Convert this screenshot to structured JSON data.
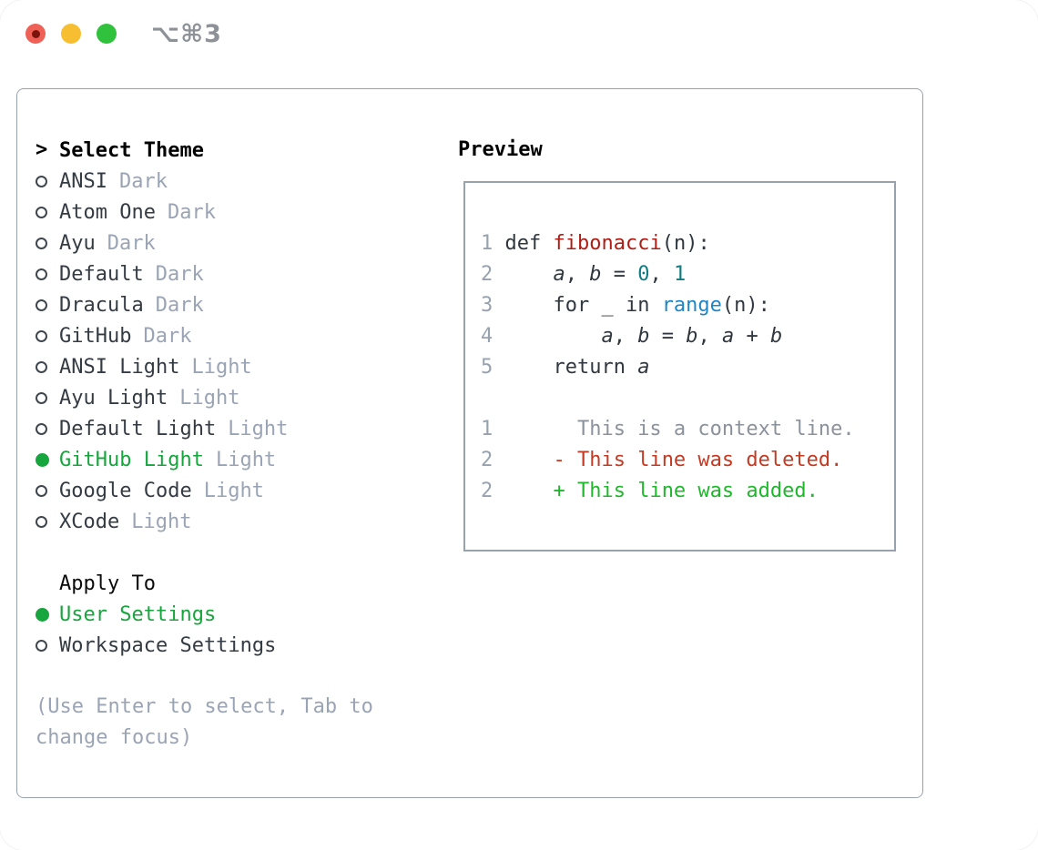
{
  "titlebar": {
    "shortcut": "⌥⌘3"
  },
  "icons": {
    "close_button": "red-circle-with-dot",
    "minimize_button": "yellow-circle",
    "zoom_button": "green-circle",
    "radio_selected": "filled-circle",
    "radio_unselected": "outline-circle",
    "selection_arrow": ">"
  },
  "colors": {
    "panel_border": "#98a2ae",
    "heading": "#000000",
    "item_name": "#343b43",
    "item_tag": "#9aa4b4",
    "selected_green": "#17a53d",
    "circle_outline": "#3f464e",
    "help_gray": "#9aa4b4",
    "code_plain": "#30373e",
    "line_no": "#98a2ae",
    "fn_red": "#b01d15",
    "num_teal": "#0e7c80",
    "builtin_blue": "#1f86c5",
    "ctx_gray": "#8b929b",
    "del_red": "#c43a22",
    "add_green": "#1fb82c",
    "shortcut_gray": "#8d9198",
    "traffic_red": "#ef6157",
    "traffic_red_dot": "#7a140c",
    "traffic_yellow": "#f6be30",
    "traffic_green": "#30c23c"
  },
  "theme_picker": {
    "title_marker": ">",
    "title": "Select Theme",
    "items": [
      {
        "name": "ANSI",
        "tag": "Dark",
        "selected": false
      },
      {
        "name": "Atom One",
        "tag": "Dark",
        "selected": false
      },
      {
        "name": "Ayu",
        "tag": "Dark",
        "selected": false
      },
      {
        "name": "Default",
        "tag": "Dark",
        "selected": false
      },
      {
        "name": "Dracula",
        "tag": "Dark",
        "selected": false
      },
      {
        "name": "GitHub",
        "tag": "Dark",
        "selected": false
      },
      {
        "name": "ANSI Light",
        "tag": "Light",
        "selected": false
      },
      {
        "name": "Ayu Light",
        "tag": "Light",
        "selected": false
      },
      {
        "name": "Default Light",
        "tag": "Light",
        "selected": false
      },
      {
        "name": "GitHub Light",
        "tag": "Light",
        "selected": true
      },
      {
        "name": "Google Code",
        "tag": "Light",
        "selected": false
      },
      {
        "name": "XCode",
        "tag": "Light",
        "selected": false
      }
    ],
    "apply_to": {
      "title": "Apply To",
      "options": [
        {
          "name": "User Settings",
          "selected": true
        },
        {
          "name": "Workspace Settings",
          "selected": false
        }
      ]
    },
    "help": "(Use Enter to select, Tab to change focus)"
  },
  "preview": {
    "title": "Preview",
    "lines": [
      [
        {
          "t": "1",
          "c": "ln"
        },
        {
          "t": " def ",
          "c": "t"
        },
        {
          "t": "fibonacci",
          "c": "fn"
        },
        {
          "t": "(n):",
          "c": "t"
        }
      ],
      [
        {
          "t": "2",
          "c": "ln"
        },
        {
          "t": "     ",
          "c": "t"
        },
        {
          "t": "a",
          "c": "var"
        },
        {
          "t": ", ",
          "c": "t"
        },
        {
          "t": "b",
          "c": "var"
        },
        {
          "t": " = ",
          "c": "t"
        },
        {
          "t": "0",
          "c": "num"
        },
        {
          "t": ", ",
          "c": "t"
        },
        {
          "t": "1",
          "c": "num"
        }
      ],
      [
        {
          "t": "3",
          "c": "ln"
        },
        {
          "t": "     for _ in ",
          "c": "t"
        },
        {
          "t": "range",
          "c": "bi"
        },
        {
          "t": "(n):",
          "c": "t"
        }
      ],
      [
        {
          "t": "4",
          "c": "ln"
        },
        {
          "t": "         ",
          "c": "t"
        },
        {
          "t": "a",
          "c": "var"
        },
        {
          "t": ", ",
          "c": "t"
        },
        {
          "t": "b",
          "c": "var"
        },
        {
          "t": " = ",
          "c": "t"
        },
        {
          "t": "b",
          "c": "var"
        },
        {
          "t": ", ",
          "c": "t"
        },
        {
          "t": "a",
          "c": "var"
        },
        {
          "t": " + ",
          "c": "t"
        },
        {
          "t": "b",
          "c": "var"
        }
      ],
      [
        {
          "t": "5",
          "c": "ln"
        },
        {
          "t": "     return ",
          "c": "t"
        },
        {
          "t": "a",
          "c": "var"
        }
      ],
      [],
      [
        {
          "t": "1",
          "c": "ln"
        },
        {
          "t": "       This is a context line.",
          "c": "ctx"
        }
      ],
      [
        {
          "t": "2",
          "c": "ln"
        },
        {
          "t": "     ",
          "c": "t"
        },
        {
          "t": "- This line was deleted.",
          "c": "del"
        }
      ],
      [
        {
          "t": "2",
          "c": "ln"
        },
        {
          "t": "     ",
          "c": "t"
        },
        {
          "t": "+ This line was added.",
          "c": "add"
        }
      ]
    ]
  }
}
